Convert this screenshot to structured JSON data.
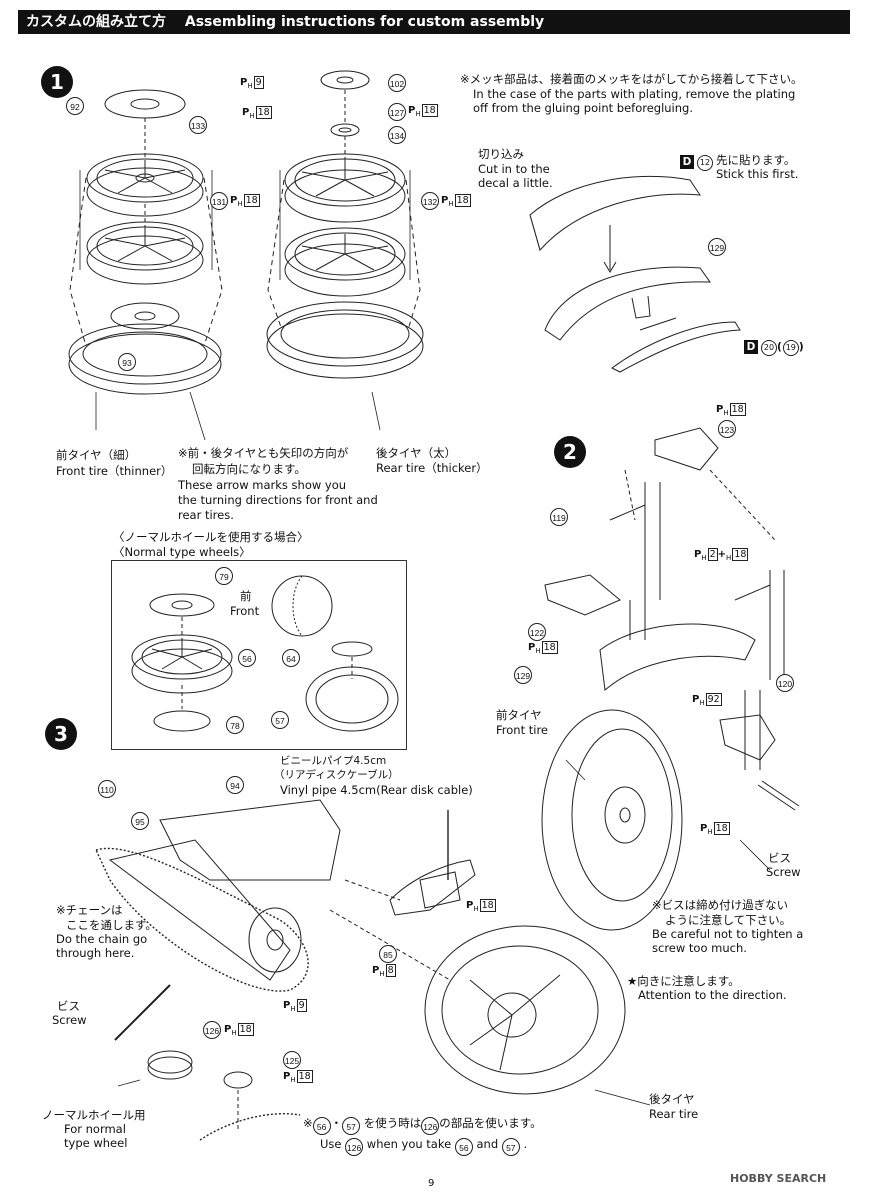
{
  "header": {
    "title_jp": "カスタムの組み立て方",
    "title_en": "Assembling instructions for custom assembly"
  },
  "steps": [
    "1",
    "2",
    "3"
  ],
  "step1": {
    "parts": [
      "92",
      "133",
      "131",
      "93",
      "102",
      "127",
      "134",
      "132"
    ],
    "paint": [
      {
        "code": "H",
        "num": "9"
      },
      {
        "code": "H",
        "num": "18"
      },
      {
        "code": "H",
        "num": "18"
      },
      {
        "code": "H",
        "num": "18"
      },
      {
        "code": "H",
        "num": "18"
      }
    ],
    "front_tire_jp": "前タイヤ（細）",
    "front_tire_en": "Front tire（thinner）",
    "rear_tire_jp": "後タイヤ（太）",
    "rear_tire_en": "Rear tire（thicker）",
    "arrow_note_jp_1": "※前・後タイヤとも矢印の方向が",
    "arrow_note_jp_2": "回転方向になります。",
    "arrow_note_en_1": "These arrow marks show you",
    "arrow_note_en_2": "the turning directions for front and",
    "arrow_note_en_3": "rear tires."
  },
  "plating_note": {
    "jp": "※メッキ部品は、接着面のメッキをはがしてから接着して下さい。",
    "en_1": "In the case of the parts with plating, remove the plating",
    "en_2": "off from the gluing point beforegluing."
  },
  "fender_decal": {
    "cut_jp": "切り込み",
    "cut_en_1": "Cut in to the",
    "cut_en_2": "decal a little.",
    "decal_first_code": "D",
    "decal_first_num": "12",
    "stick_first_jp": "先に貼ります。",
    "stick_first_en": "Stick this first.",
    "part": "129",
    "decal_second_code": "D",
    "decal_second_num": "20",
    "decal_second_alt": "19"
  },
  "normal_wheels": {
    "title_jp": "〈ノーマルホイールを使用する場合〉",
    "title_en": "〈Normal type wheels〉",
    "parts": [
      "79",
      "56",
      "78",
      "64",
      "57"
    ],
    "front_jp": "前",
    "front_en": "Front"
  },
  "step2": {
    "parts": [
      "123",
      "119",
      "122",
      "129",
      "120"
    ],
    "paint": [
      {
        "code": "H",
        "num": "18"
      },
      {
        "code": "H",
        "num": "18"
      },
      {
        "code": "H",
        "num": "92"
      },
      {
        "code": "H",
        "num": "18"
      }
    ],
    "paint_mix_a": "2",
    "paint_mix_b": "18",
    "front_tire_jp": "前タイヤ",
    "front_tire_en": "Front tire",
    "screw_jp": "ビス",
    "screw_en": "Screw",
    "screw_note_jp_1": "※ビスは締め付け過ぎない",
    "screw_note_jp_2": "ように注意して下さい。",
    "screw_note_en_1": "Be careful not to tighten a",
    "screw_note_en_2": "screw too much.",
    "direction_jp": "★向きに注意します。",
    "direction_en": "Attention to the direction."
  },
  "step3": {
    "parts": [
      "110",
      "95",
      "94",
      "85",
      "126",
      "125"
    ],
    "paint": [
      {
        "code": "H",
        "num": "18"
      },
      {
        "code": "H",
        "num": "8"
      },
      {
        "code": "H",
        "num": "9"
      },
      {
        "code": "H",
        "num": "18"
      },
      {
        "code": "H",
        "num": "18"
      }
    ],
    "vinyl_jp_1": "ビニールパイプ4.5cm",
    "vinyl_jp_2": "（リアディスクケーブル）",
    "vinyl_en": "Vinyl pipe 4.5cm(Rear disk cable)",
    "chain_jp_1": "※チェーンは",
    "chain_jp_2": "ここを通します。",
    "chain_en_1": "Do the chain go",
    "chain_en_2": "through here.",
    "screw_jp": "ビス",
    "screw_en": "Screw",
    "normal_jp": "ノーマルホイール用",
    "normal_en_1": "For normal",
    "normal_en_2": "type wheel",
    "rear_tire_jp": "後タイヤ",
    "rear_tire_en": "Rear tire",
    "use_jp_a": "※",
    "use_jp_p1": "56",
    "use_jp_dot": "・",
    "use_jp_p2": "57",
    "use_jp_mid": "を使う時は",
    "use_jp_p3": "126",
    "use_jp_end": "の部品を使います。",
    "use_en_a": "Use",
    "use_en_b": "when you take",
    "use_en_c": "and",
    "use_en_d": "."
  },
  "page_number": "9",
  "watermark": "HOBBY SEARCH"
}
